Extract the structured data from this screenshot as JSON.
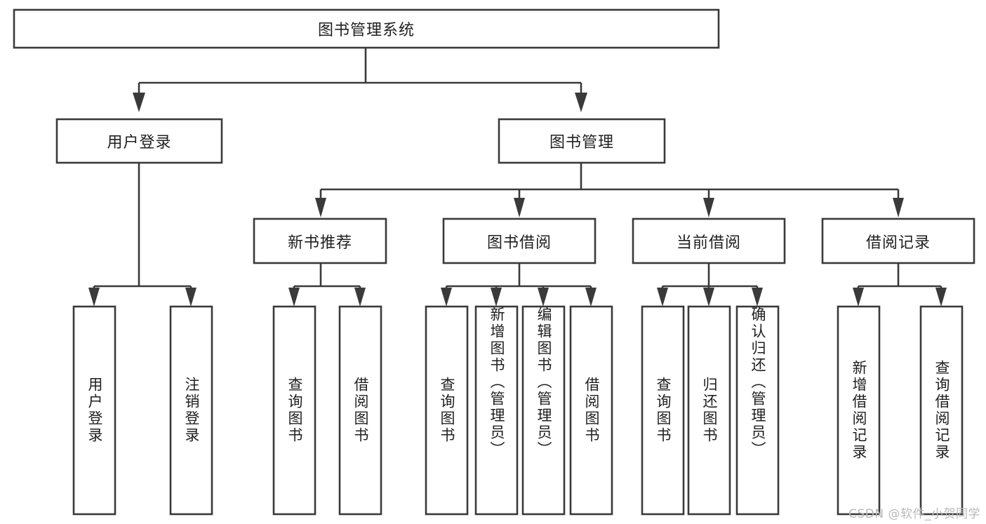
{
  "diagram": {
    "type": "tree",
    "title": "图书管理系统",
    "orientation": "top-down",
    "background_color": "#ffffff",
    "line_color": "#3a3a3a",
    "text_color": "#1f1f1f",
    "root": {
      "id": "root",
      "label": "图书管理系统",
      "text_direction": "horizontal"
    },
    "level2": [
      {
        "id": "user-login",
        "label": "用户登录",
        "text_direction": "horizontal"
      },
      {
        "id": "book-manage",
        "label": "图书管理",
        "text_direction": "horizontal"
      }
    ],
    "level3": [
      {
        "id": "new-book-recommend",
        "label": "新书推荐",
        "text_direction": "horizontal",
        "parent": "book-manage"
      },
      {
        "id": "book-borrow",
        "label": "图书借阅",
        "text_direction": "horizontal",
        "parent": "book-manage"
      },
      {
        "id": "current-borrow",
        "label": "当前借阅",
        "text_direction": "horizontal",
        "parent": "book-manage"
      },
      {
        "id": "borrow-record",
        "label": "借阅记录",
        "text_direction": "horizontal",
        "parent": "book-manage"
      }
    ],
    "leaves": [
      {
        "id": "leaf-user-login",
        "label": "用户登录",
        "text_direction": "vertical",
        "parent": "user-login"
      },
      {
        "id": "leaf-logout-login",
        "label": "注销登录",
        "text_direction": "vertical",
        "parent": "user-login"
      },
      {
        "id": "leaf-query-book-1",
        "label": "查询图书",
        "text_direction": "vertical",
        "parent": "new-book-recommend"
      },
      {
        "id": "leaf-borrow-book-1",
        "label": "借阅图书",
        "text_direction": "vertical",
        "parent": "new-book-recommend"
      },
      {
        "id": "leaf-query-book-2",
        "label": "查询图书",
        "text_direction": "vertical",
        "parent": "book-borrow"
      },
      {
        "id": "leaf-add-book",
        "label": "新增图书（管理员）",
        "text_direction": "vertical",
        "parent": "book-borrow"
      },
      {
        "id": "leaf-edit-book",
        "label": "编辑图书（管理员）",
        "text_direction": "vertical",
        "parent": "book-borrow"
      },
      {
        "id": "leaf-borrow-book-2",
        "label": "借阅图书",
        "text_direction": "vertical",
        "parent": "book-borrow"
      },
      {
        "id": "leaf-query-book-3",
        "label": "查询图书",
        "text_direction": "vertical",
        "parent": "current-borrow"
      },
      {
        "id": "leaf-return-book",
        "label": "归还图书",
        "text_direction": "vertical",
        "parent": "current-borrow"
      },
      {
        "id": "leaf-confirm-return",
        "label": "确认归还（管理员）",
        "text_direction": "vertical",
        "parent": "current-borrow"
      },
      {
        "id": "leaf-add-record",
        "label": "新增借阅记录",
        "text_direction": "vertical",
        "parent": "borrow-record"
      },
      {
        "id": "leaf-query-record",
        "label": "查询借阅记录",
        "text_direction": "vertical",
        "parent": "borrow-record"
      }
    ]
  },
  "watermark": {
    "text": "CSDN @软件_小贺同学"
  }
}
